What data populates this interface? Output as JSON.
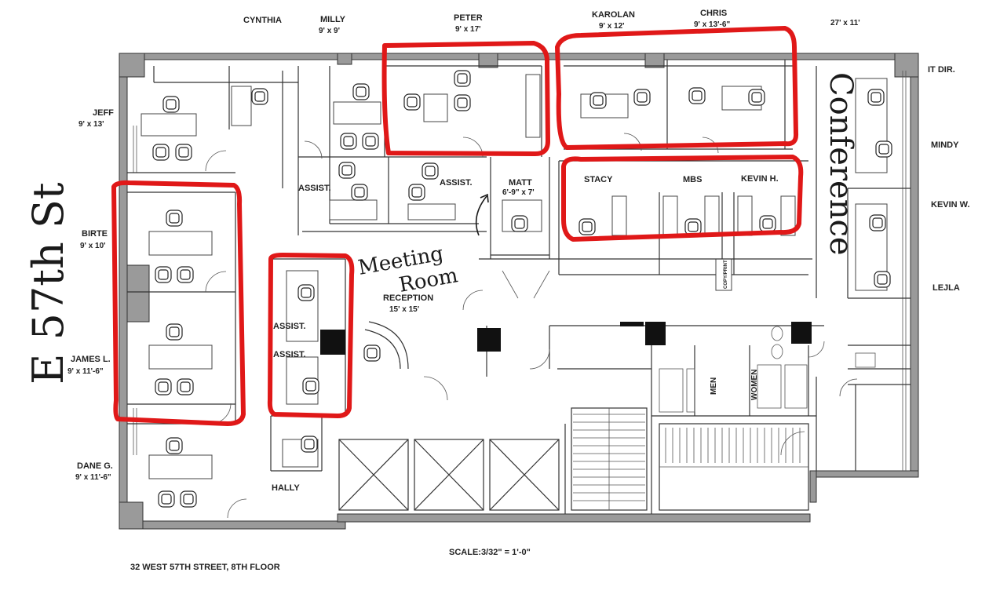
{
  "plan": {
    "address": "32 WEST 57TH STREET, 8TH FLOOR",
    "scale": "SCALE:3/32\" = 1'-0\"",
    "street": "E 57th St",
    "conference": "Conference",
    "meeting_room": [
      "Meeting",
      "Room"
    ],
    "copy_print": "COPY/PRINT"
  },
  "rooms": {
    "cynthia": {
      "name": "CYNTHIA"
    },
    "milly": {
      "name": "MILLY",
      "size": "9' x 9'"
    },
    "peter": {
      "name": "PETER",
      "size": "9' x 17'"
    },
    "karolan": {
      "name": "KAROLAN",
      "size": "9' x 12'"
    },
    "chris": {
      "name": "CHRIS",
      "size": "9' x 13'-6\""
    },
    "corner": {
      "size": "27' x 11'"
    },
    "it_dir": {
      "name": "IT DIR."
    },
    "mindy": {
      "name": "MINDY"
    },
    "kevin_w": {
      "name": "KEVIN W."
    },
    "lejla": {
      "name": "LEJLA"
    },
    "jeff": {
      "name": "JEFF",
      "size": "9' x 13'"
    },
    "birte": {
      "name": "BIRTE",
      "size": "9' x 10'"
    },
    "james": {
      "name": "JAMES L.",
      "size": "9' x 11'-6\""
    },
    "dane": {
      "name": "DANE G.",
      "size": "9' x 11'-6\""
    },
    "assist1": {
      "name": "ASSIST."
    },
    "assist2": {
      "name": "ASSIST."
    },
    "assist3": {
      "name": "ASSIST."
    },
    "assist4": {
      "name": "ASSIST."
    },
    "matt": {
      "name": "MATT",
      "size": "6'-9\" x 7'"
    },
    "stacy": {
      "name": "STACY"
    },
    "mbs": {
      "name": "MBS"
    },
    "kevin_h": {
      "name": "KEVIN H."
    },
    "reception": {
      "name": "RECEPTION",
      "size": "15' x 15'"
    },
    "hally": {
      "name": "HALLY"
    },
    "men": {
      "name": "MEN"
    },
    "women": {
      "name": "WOMEN"
    }
  },
  "colors": {
    "highlight": "#e01818",
    "wall": "#9a9a9a",
    "ink": "#222222"
  }
}
